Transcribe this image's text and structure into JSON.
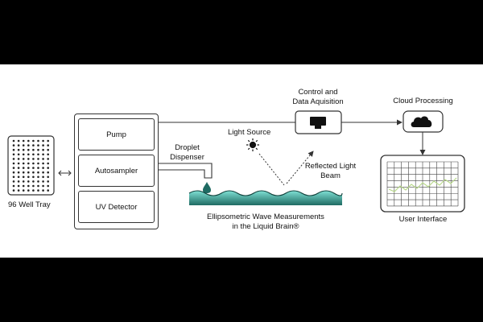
{
  "equipment": {
    "tray_label": "96 Well Tray",
    "modules": [
      "Pump",
      "Autosampler",
      "UV Detector"
    ],
    "dispenser_label_line1": "Droplet",
    "dispenser_label_line2": "Dispenser",
    "light_source_label": "Light Source",
    "reflected_label_line1": "Reflected Light",
    "reflected_label_line2": "Beam",
    "measurement_label_line1": "Ellipsometric Wave Measurements",
    "measurement_label_line2": "in the Liquid Brain®",
    "control_label_line1": "Control and",
    "control_label_line2": "Data Aquisition",
    "cloud_label": "Cloud Processing",
    "ui_label": "User Interface"
  },
  "colors": {
    "liquid_dark": "#1f6b63",
    "liquid_light": "#7fe0d4",
    "plot_line": "#b8d98a"
  },
  "icons": [
    "double-arrow-icon",
    "droplet-icon",
    "sun-icon",
    "monitor-icon",
    "cloud-icon"
  ]
}
